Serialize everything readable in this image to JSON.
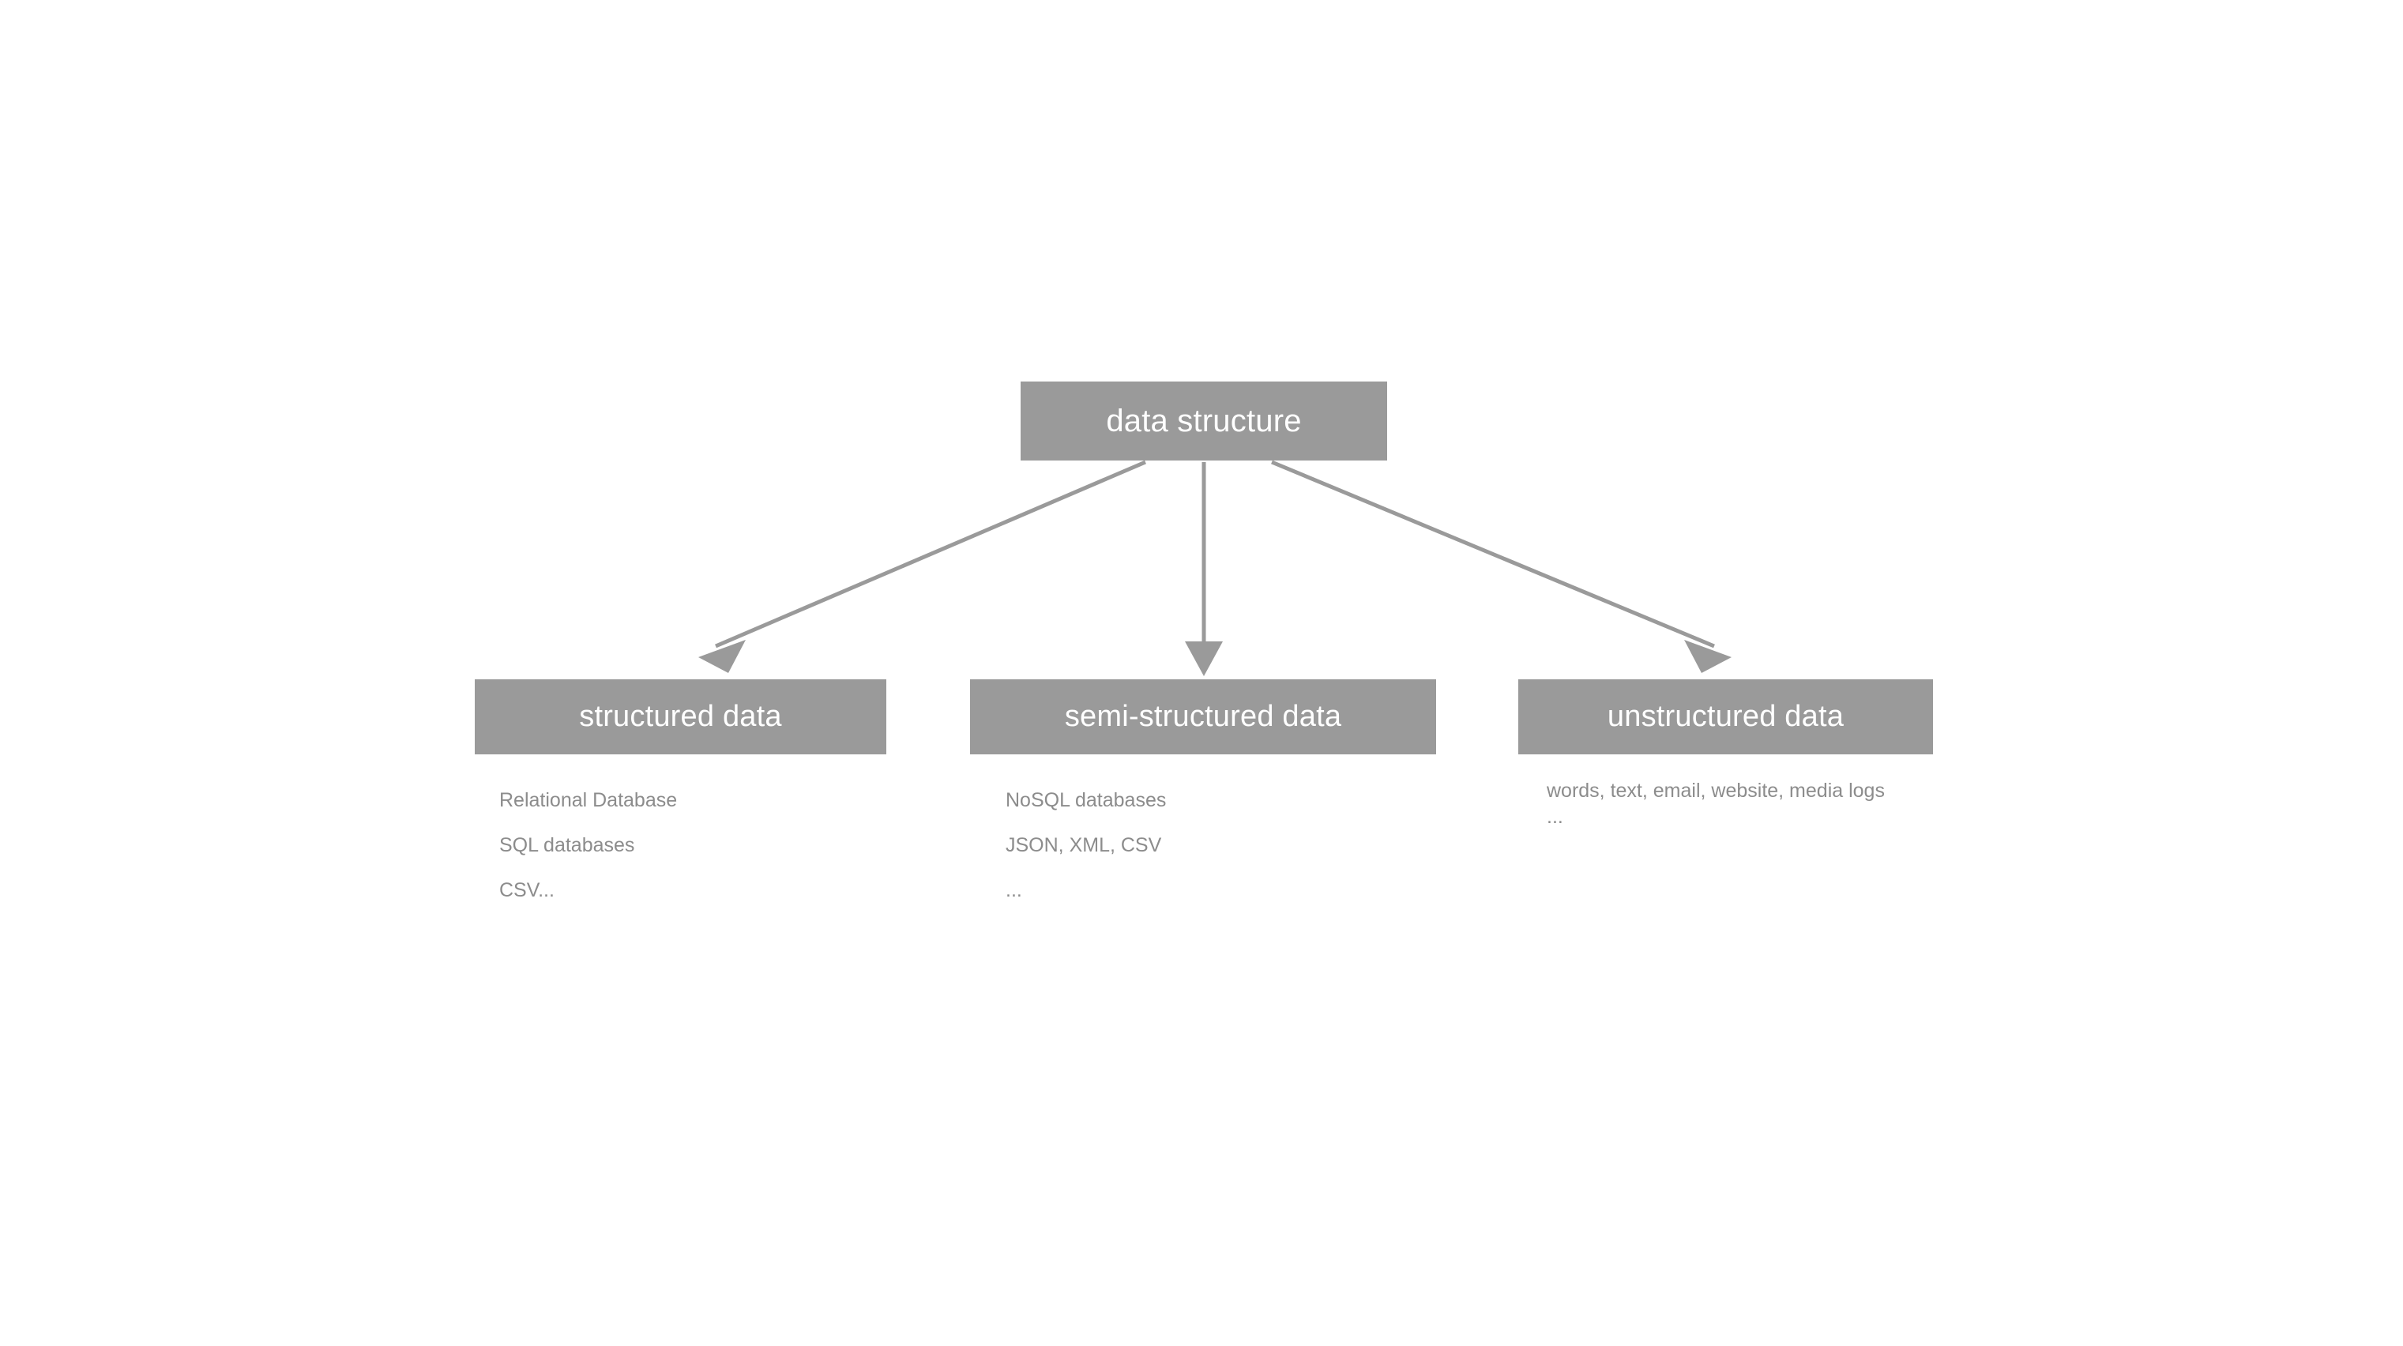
{
  "diagram": {
    "title": "data structure",
    "colors": {
      "box_fill": "#9a9a9a",
      "box_text": "#ffffff",
      "connector": "#9a9a9a",
      "example_text": "#8c8c8c",
      "background": "#ffffff"
    },
    "root": {
      "label": "data structure"
    },
    "branches": [
      {
        "id": "structured",
        "label": "structured data",
        "examples": [
          "Relational Database",
          "SQL databases",
          "CSV..."
        ]
      },
      {
        "id": "semi-structured",
        "label": "semi-structured data",
        "examples": [
          "NoSQL databases",
          "JSON, XML, CSV",
          "..."
        ]
      },
      {
        "id": "unstructured",
        "label": "unstructured data",
        "examples": [
          "words, text, email, website,  media logs",
          "..."
        ]
      }
    ],
    "connectors": [
      {
        "id": "root-to-structured",
        "kind": "arrow",
        "direction": "down-left"
      },
      {
        "id": "root-to-semi-structured",
        "kind": "arrow",
        "direction": "down"
      },
      {
        "id": "root-to-unstructured",
        "kind": "arrow",
        "direction": "down-right"
      }
    ]
  }
}
